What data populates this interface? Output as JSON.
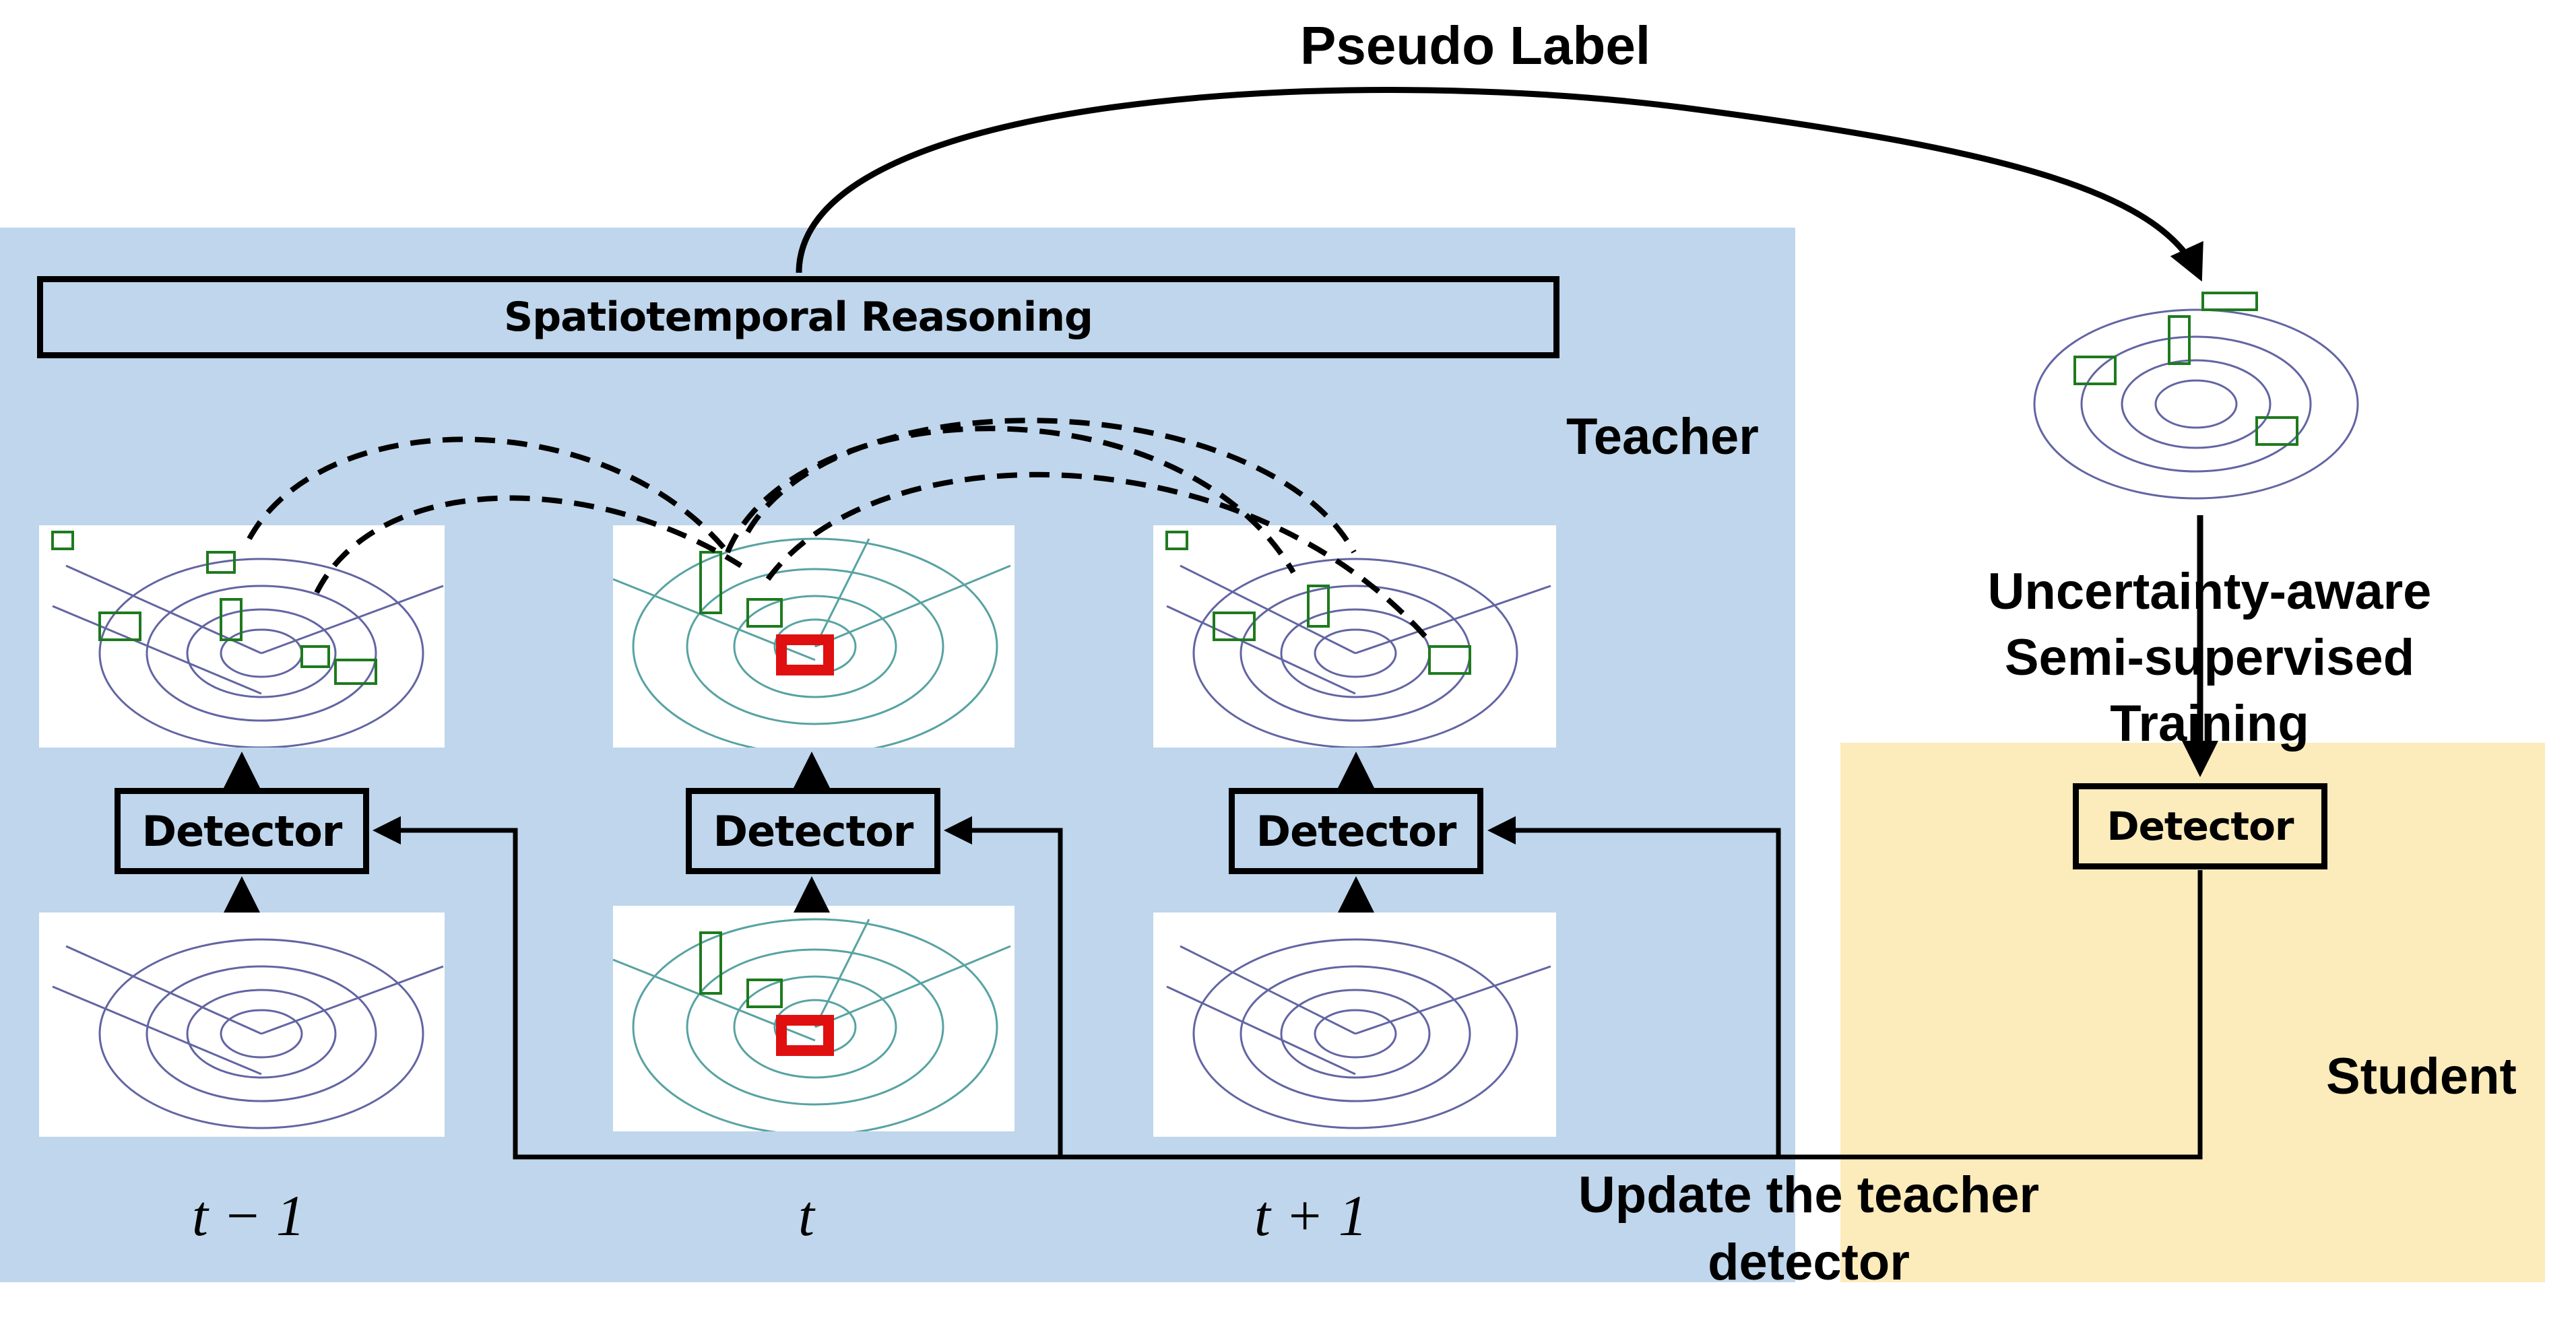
{
  "title": "Pseudo Label",
  "colors": {
    "teacher_panel": "#bfd6ec",
    "student_panel": "#fcecbb",
    "gt_box": "#e11010",
    "pred_box": "#1e7a1e"
  },
  "teacher": {
    "label": "Teacher",
    "reasoning_label": "Spatiotemporal Reasoning",
    "columns": [
      {
        "time": "t − 1",
        "detector_label": "Detector",
        "input_frame": "lidar-point-cloud",
        "output_frame": "lidar-point-cloud-with-detections"
      },
      {
        "time": "t",
        "detector_label": "Detector",
        "input_frame": "lidar-point-cloud-with-annotation",
        "output_frame": "lidar-point-cloud-with-detections"
      },
      {
        "time": "t + 1",
        "detector_label": "Detector",
        "input_frame": "lidar-point-cloud",
        "output_frame": "lidar-point-cloud-with-detections"
      }
    ]
  },
  "student": {
    "label": "Student",
    "detector_label": "Detector",
    "training_label_lines": [
      "Uncertainty-aware",
      "Semi-supervised",
      "Training"
    ]
  },
  "update_label_lines": [
    "Update the teacher",
    "detector"
  ]
}
